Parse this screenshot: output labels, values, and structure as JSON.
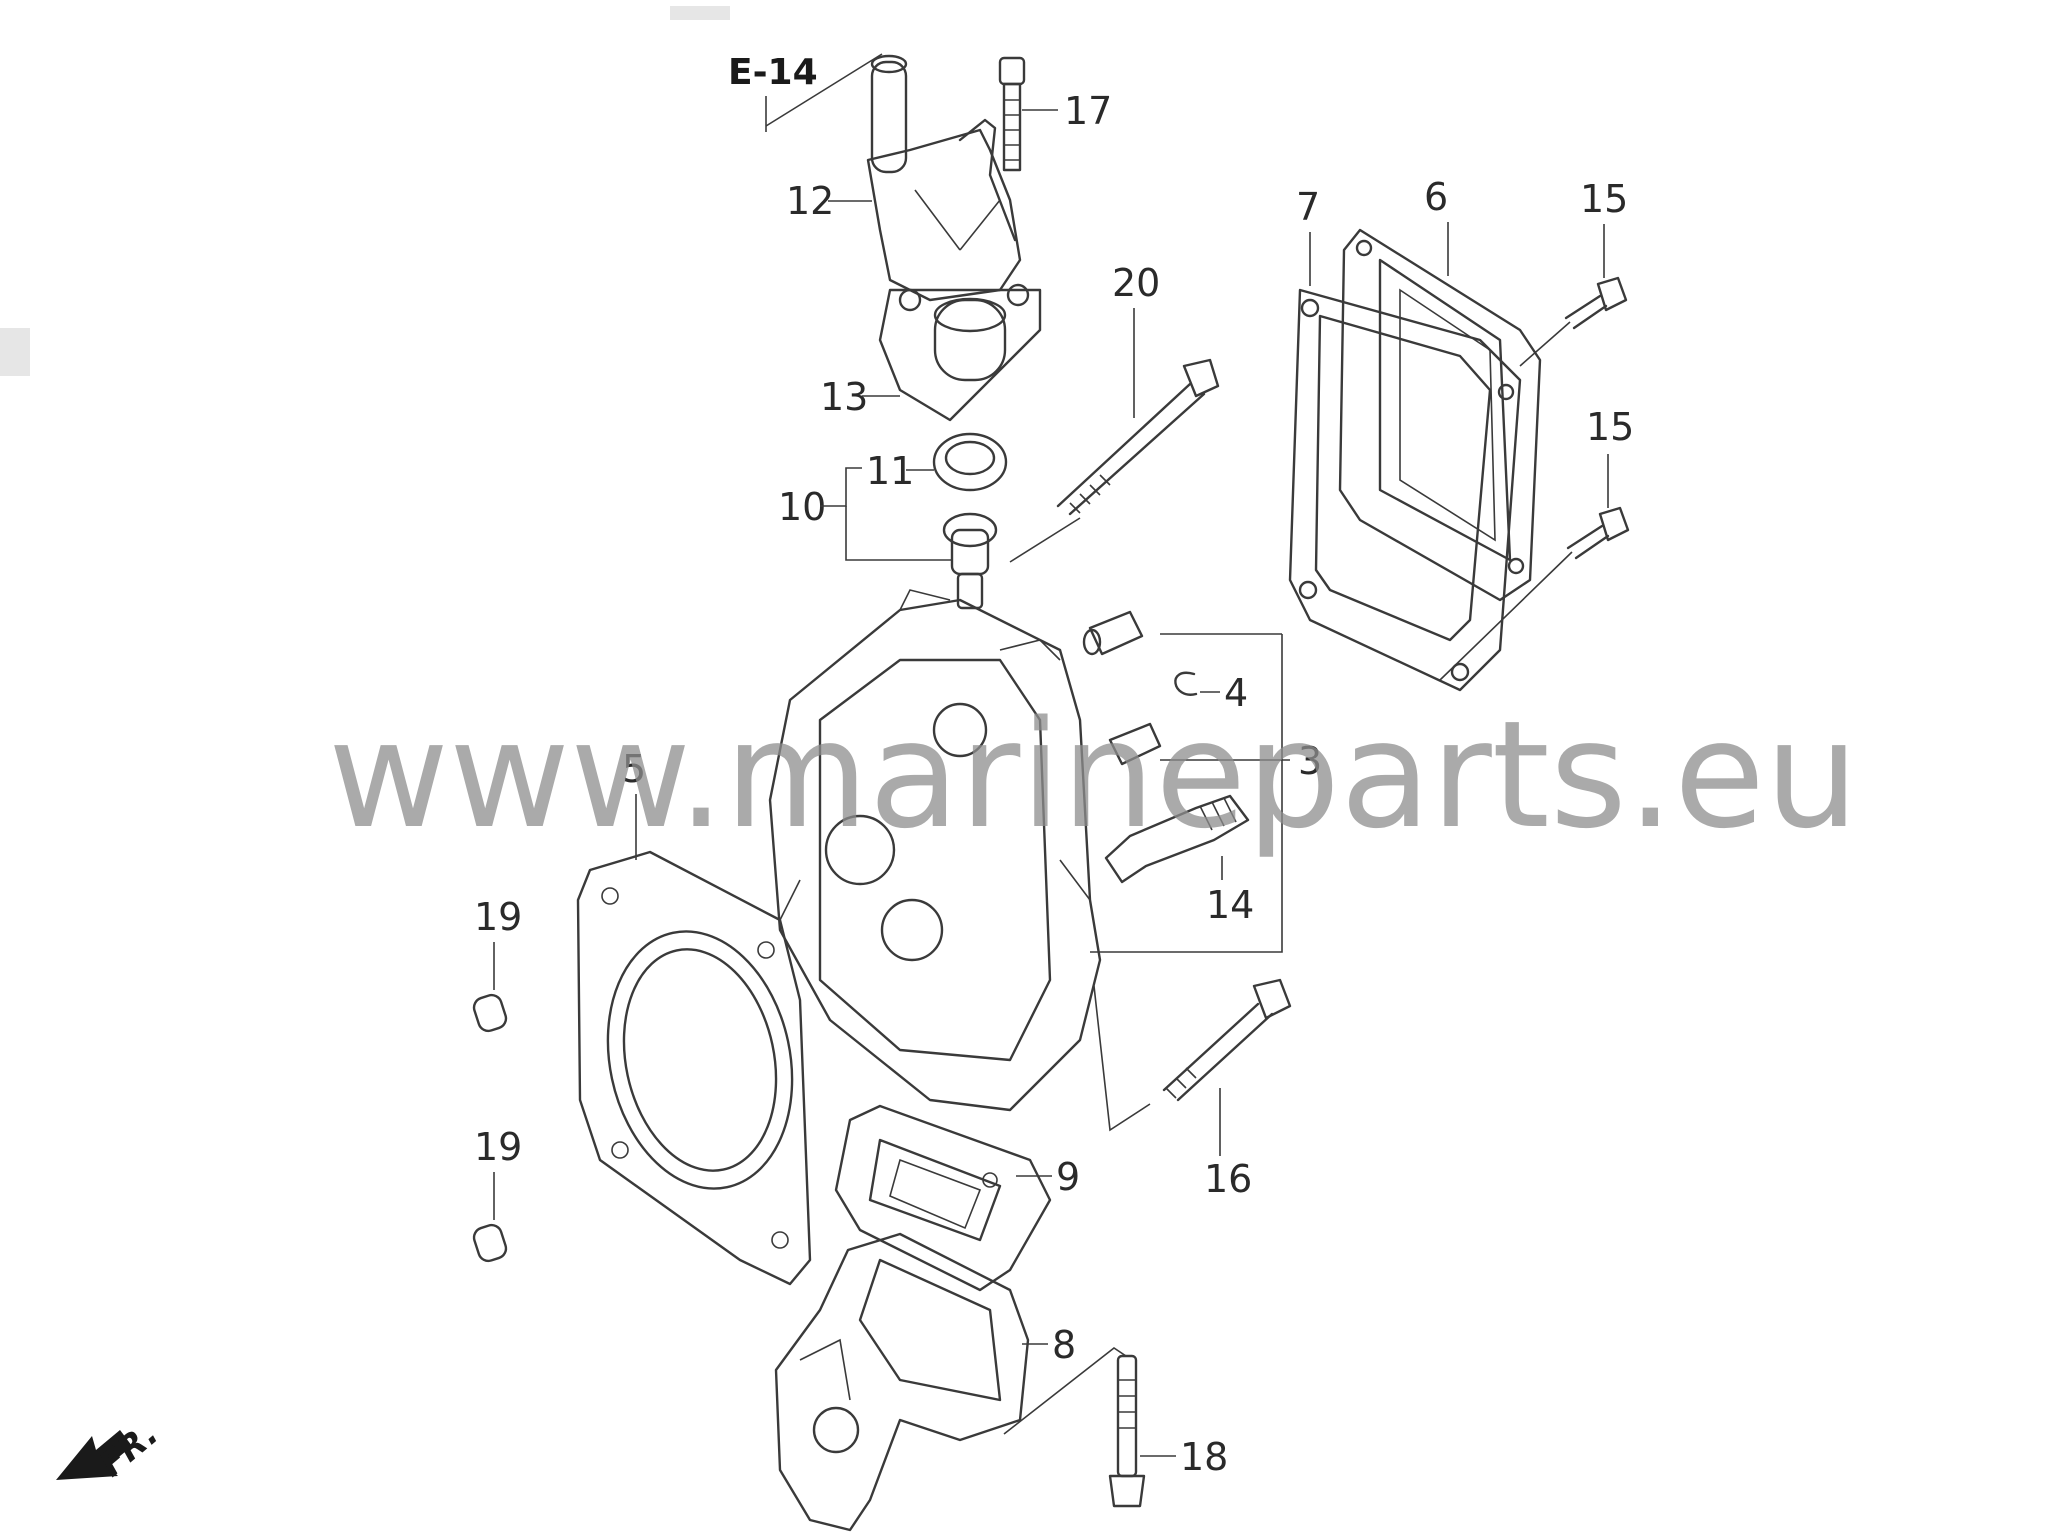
{
  "reference_label": "E-14",
  "front_label": "FR.",
  "watermark": "www.marineparts.eu",
  "callouts": {
    "c3": "3",
    "c4": "4",
    "c5": "5",
    "c6": "6",
    "c7": "7",
    "c8": "8",
    "c9": "9",
    "c10": "10",
    "c11": "11",
    "c12": "12",
    "c13": "13",
    "c14": "14",
    "c15a": "15",
    "c15b": "15",
    "c16": "16",
    "c17": "17",
    "c18": "18",
    "c19a": "19",
    "c19b": "19",
    "c20": "20"
  }
}
